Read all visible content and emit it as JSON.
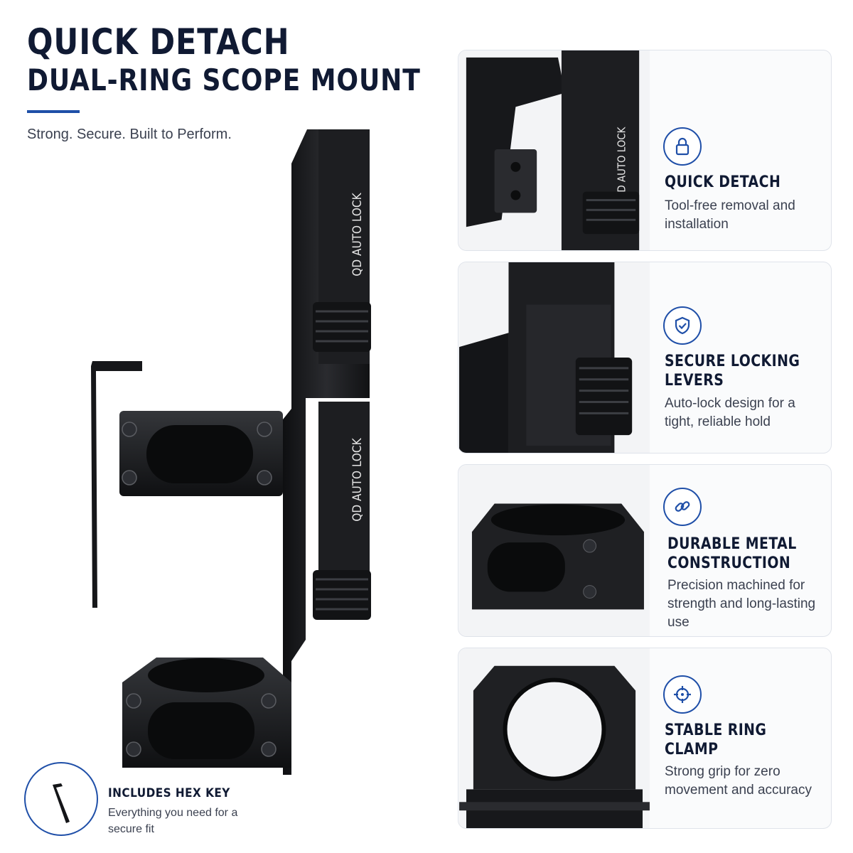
{
  "header": {
    "title_line1": "QUICK DETACH",
    "title_line2": "DUAL-RING SCOPE MOUNT",
    "tagline": "Strong. Secure. Built to Perform."
  },
  "product": {
    "engraving": "QD AUTO LOCK"
  },
  "hex_key": {
    "title": "INCLUDES HEX KEY",
    "description": "Everything you need for a secure fit",
    "icon": "hex-key-icon"
  },
  "features": [
    {
      "icon": "lock-icon",
      "title": "QUICK DETACH",
      "description": "Tool-free removal and installation",
      "engraving": "QD AUTO LOCK"
    },
    {
      "icon": "shield-check-icon",
      "title": "SECURE LOCKING LEVERS",
      "description": "Auto-lock design for a tight, reliable hold"
    },
    {
      "icon": "link-icon",
      "title": "DURABLE METAL CONSTRUCTION",
      "description": "Precision machined for strength and long-lasting use"
    },
    {
      "icon": "crosshair-icon",
      "title": "STABLE RING CLAMP",
      "description": "Strong grip for zero movement and accuracy"
    }
  ],
  "colors": {
    "accent": "#1f4fa8",
    "title": "#101a33",
    "metal": "#1b1c1f"
  }
}
